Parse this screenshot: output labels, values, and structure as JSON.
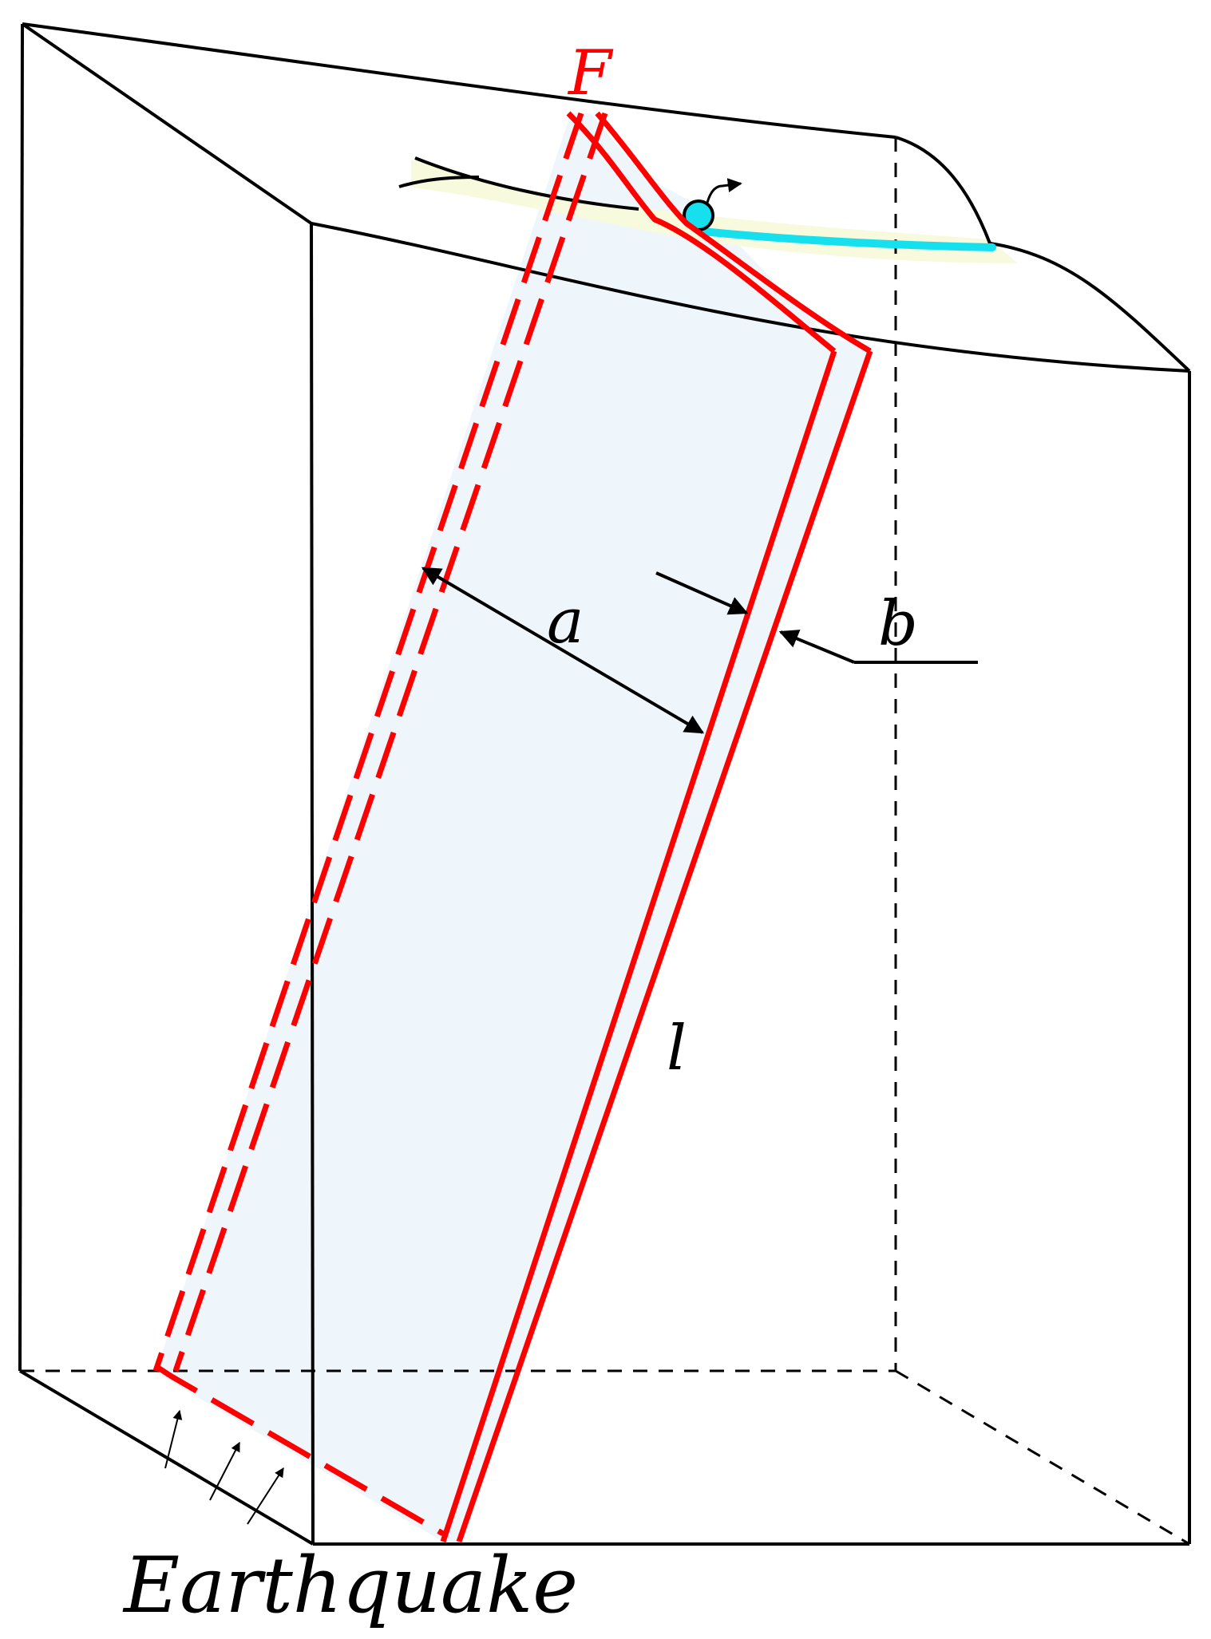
{
  "diagram": {
    "labels": {
      "fault": "F",
      "width_a": "a",
      "width_b": "b",
      "length_l": "l",
      "event": "Earthquake"
    },
    "colors": {
      "fault_red": "#ff0000",
      "fault_plane_fill": "#eef5fb",
      "surface_band": "#f8fadd",
      "trace_cyan": "#16e0ee",
      "outline": "#000000"
    }
  }
}
